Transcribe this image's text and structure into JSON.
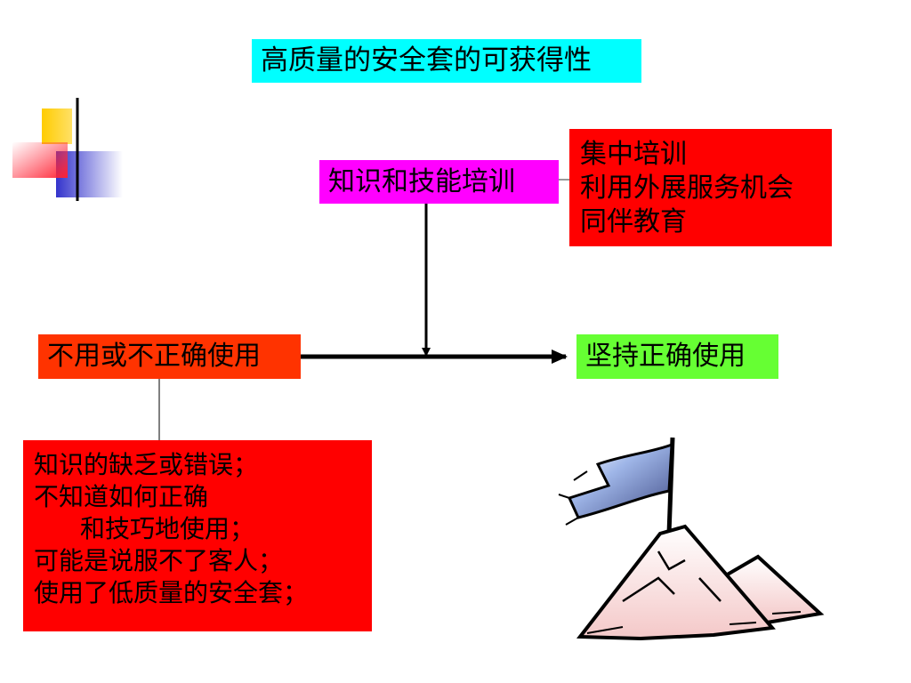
{
  "title": "高质量的安全套的可获得性",
  "training": "知识和技能培训",
  "methods": [
    "集中培训",
    "利用外展服务机会",
    "同伴教育"
  ],
  "non_use": "不用或不正确使用",
  "correct_use": "坚持正确使用",
  "reasons": [
    "知识的缺乏或错误；",
    "不知道如何正确",
    "和技巧地使用；",
    "可能是说服不了客人；",
    "使用了低质量的安全套；"
  ],
  "colors": {
    "title_bg": "#00ffff",
    "training_bg": "#ff00ff",
    "methods_bg": "#ff0000",
    "non_use_bg": "#ff3300",
    "correct_bg": "#66ff33",
    "reasons_bg": "#ff0000"
  },
  "icons": [
    "decorative-squares-icon",
    "mountain-flag-clipart-icon"
  ]
}
